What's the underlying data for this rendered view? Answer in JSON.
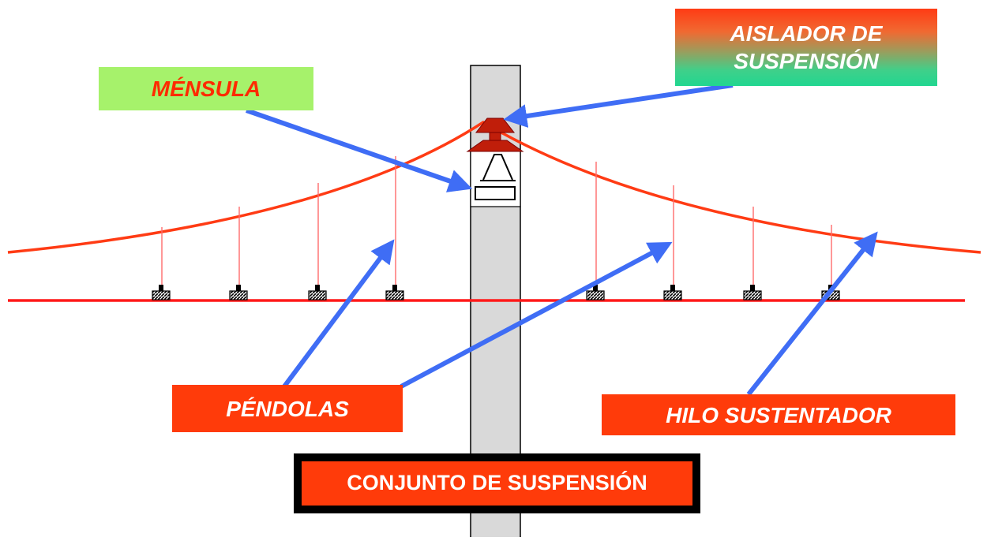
{
  "labels": {
    "mensula": "MÉNSULA",
    "aislador_line1": "AISLADOR DE",
    "aislador_line2": "SUSPENSIÓN",
    "pendolas": "PÉNDOLAS",
    "hilo_sustentador": "HILO SUSTENTADOR",
    "conjunto": "CONJUNTO DE SUSPENSIÓN"
  },
  "colors": {
    "catenary": "#ff3b14",
    "contact_wire": "#ff1a1a",
    "droppers": "#ff5a5a",
    "arrows": "#3f6df5",
    "pole_fill": "#d9d9d9",
    "insulator": "#c01e0a"
  },
  "icons": {
    "insulator": "insulator-icon",
    "clamp": "clamp-icon",
    "arrow": "arrow-icon"
  }
}
